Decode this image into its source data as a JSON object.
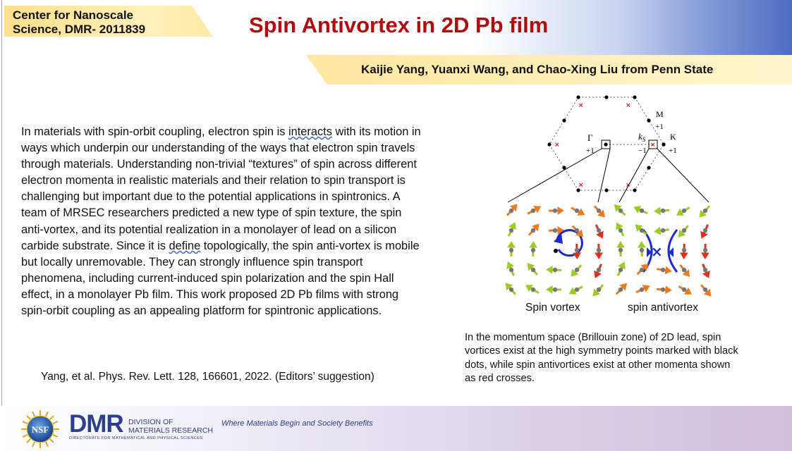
{
  "header": {
    "center_line1": "Center for Nanoscale",
    "center_line2": "Science, DMR- 2011839",
    "title": "Spin Antivortex in 2D Pb film",
    "authors": "Kaijie Yang, Yuanxi Wang, and Chao-Xing Liu from Penn State"
  },
  "body": {
    "p1": "In materials with spin-orbit coupling, electron spin is ",
    "w_interacts": "interacts",
    "p2": " with its motion in ways which underpin our understanding of the ways that electron spin travels through materials. Understanding non-trivial “textures” of spin across different electron momenta in realistic materials and their relation to spin transport is challenging but important due to the potential applications in spintronics. A team of MRSEC researchers  predicted a new type of spin texture, the spin anti-vortex, and its potential realization in a monolayer of lead on a silicon carbide substrate. Since it is ",
    "w_define": "define",
    "p3": " topologically, the spin anti-vortex is mobile but locally unremovable. They can strongly influence spin transport phenomena, including current-induced spin polarization and the spin Hall effect, in a monolayer Pb film.  This work proposed 2D Pb films with strong spin-orbit coupling as an appealing platform for spintronic applications."
  },
  "citation": "Yang, et al. Phys. Rev. Lett. 128, 166601, 2022. (Editors’ suggestion)",
  "figure": {
    "label_gamma": "Γ",
    "label_gamma_num": "+1",
    "label_m": "M",
    "label_m_num": "+1",
    "label_ks": "k",
    "label_ks_sub": "S",
    "label_ks_num": "−1",
    "label_k": "K",
    "label_k_num": "+1",
    "label_vortex": "Spin vortex",
    "label_antivortex": "spin antivortex",
    "colors": {
      "dot": "#000000",
      "cross": "#e01010",
      "orange": "#ee7a1c",
      "red": "#e0301c",
      "green": "#9ccc1e",
      "gray": "#777777",
      "blue": "#1a2ad0"
    }
  },
  "caption": "In the momentum space (Brillouin zone) of 2D lead, spin vortices exist at the high symmetry points marked with black dots, while spin antivortices exist at other momenta shown as red crosses.",
  "footer": {
    "nsf": "NSF",
    "dmr": "DMR",
    "division_line1": "DIVISION OF",
    "division_line2": "MATERIALS RESEARCH",
    "directorate": "DIRECTORATE FOR MATHEMATICAL AND PHYSICAL SCIENCES",
    "tagline": "Where Materials Begin and Society Benefits"
  }
}
